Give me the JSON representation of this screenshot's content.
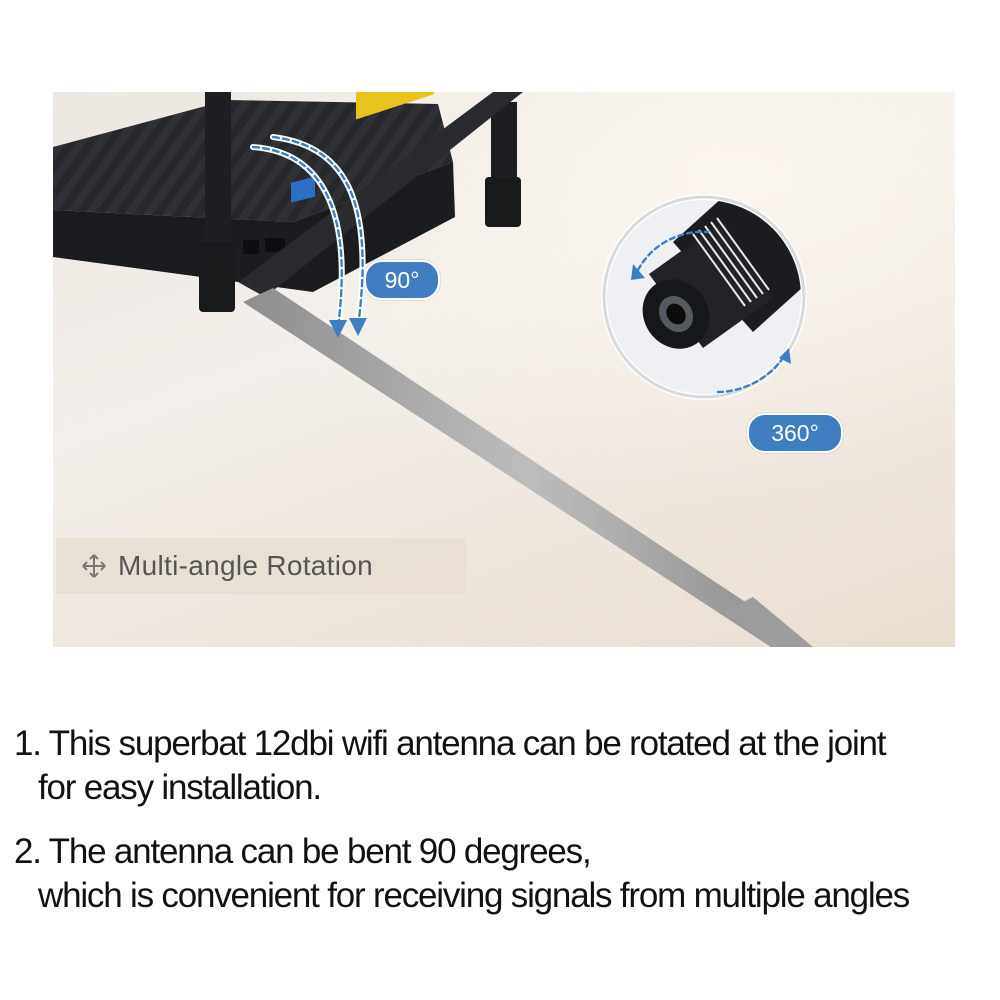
{
  "figure": {
    "badges": {
      "bend_angle": "90°",
      "rotate_angle": "360°"
    },
    "feature_label": {
      "icon": "rotation-arrows-icon",
      "text": "Multi-angle Rotation"
    }
  },
  "notes": [
    {
      "line1": "1. This superbat 12dbi wifi antenna can be rotated at the joint",
      "line2": "for easy installation."
    },
    {
      "line1": "2. The antenna can be bent 90 degrees,",
      "line2": "which is convenient for receiving signals from multiple angles"
    }
  ],
  "colors": {
    "badge_blue": "#3f7fc1",
    "router_black": "#1e1f22",
    "antenna_gray": "#a9a9a9",
    "port_yellow": "#e8c21f",
    "port_blue": "#2d6fc4"
  }
}
